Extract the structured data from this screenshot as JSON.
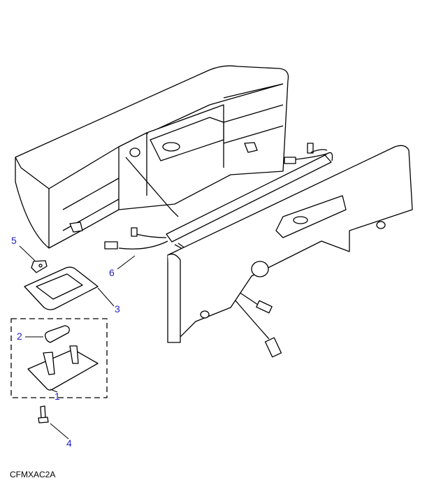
{
  "diagram": {
    "drawing_code": "CFMXAC2A",
    "callouts": [
      {
        "number": "1",
        "part": "lamp-base-assembly"
      },
      {
        "number": "2",
        "part": "bulb"
      },
      {
        "number": "3",
        "part": "gasket"
      },
      {
        "number": "4",
        "part": "screw"
      },
      {
        "number": "5",
        "part": "clip-nut"
      },
      {
        "number": "6",
        "part": "wiring-harness"
      }
    ],
    "colors": {
      "callout": "#2424c8",
      "line": "#000000"
    }
  }
}
